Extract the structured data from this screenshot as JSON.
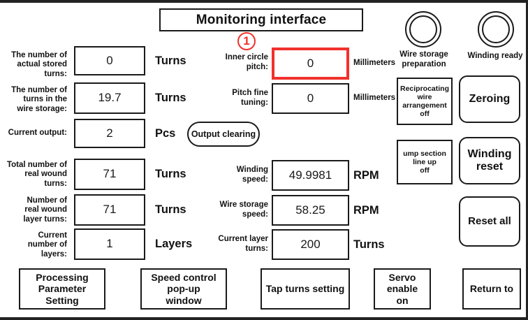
{
  "header": {
    "title": "Monitoring interface"
  },
  "annotation": {
    "marker_1": "1",
    "marker_color": "#f1312c"
  },
  "left_column": {
    "rows": [
      {
        "label": "The number of\nactual stored\nturns:",
        "value": "0",
        "unit": "Turns"
      },
      {
        "label": "The number of\nturns in the\nwire storage:",
        "value": "19.7",
        "unit": "Turns"
      },
      {
        "label": "Current output:",
        "value": "2",
        "unit": "Pcs"
      },
      {
        "label": "Total number of\nreal wound\nturns:",
        "value": "71",
        "unit": "Turns"
      },
      {
        "label": "Number of\nreal wound\nlayer turns:",
        "value": "71",
        "unit": "Turns"
      },
      {
        "label": "Current\nnumber of\nlayers:",
        "value": "1",
        "unit": "Layers"
      }
    ]
  },
  "middle_column": {
    "rows": [
      {
        "label": "Inner circle\npitch:",
        "value": "0",
        "unit": "Millimeters",
        "highlighted": true
      },
      {
        "label": "Pitch fine\ntuning:",
        "value": "0",
        "unit": "Millimeters",
        "highlighted": false
      },
      {
        "label": "Winding\nspeed:",
        "value": "49.9981",
        "unit": "RPM",
        "highlighted": false
      },
      {
        "label": "Wire storage\nspeed:",
        "value": "58.25",
        "unit": "RPM",
        "highlighted": false
      },
      {
        "label": "Current layer\nturns:",
        "value": "200",
        "unit": "Turns",
        "highlighted": false
      }
    ],
    "output_clearing_label": "Output clearing"
  },
  "indicators": [
    {
      "name": "wire-storage-preparation",
      "label": "Wire storage\npreparation"
    },
    {
      "name": "winding-ready",
      "label": "Winding ready"
    }
  ],
  "toggle_buttons": [
    {
      "name": "reciprocating-wire-arrangement",
      "label": "Reciprocating\nwire\narrangement\noff"
    },
    {
      "name": "jump-section-line-up",
      "label": "ump section\nline up\noff"
    }
  ],
  "action_buttons": [
    {
      "name": "zeroing",
      "label": "Zeroing"
    },
    {
      "name": "winding-reset",
      "label": "Winding\nreset"
    },
    {
      "name": "reset-all",
      "label": "Reset all"
    }
  ],
  "bottom_bar": [
    {
      "name": "processing-parameter-setting",
      "label": "Processing\nParameter\nSetting"
    },
    {
      "name": "speed-control-pop-up-window",
      "label": "Speed control\npop-up\nwindow"
    },
    {
      "name": "tap-turns-setting",
      "label": "Tap turns setting"
    },
    {
      "name": "servo-enable",
      "label": "Servo\nenable\non"
    },
    {
      "name": "return-to",
      "label": "Return to"
    }
  ]
}
